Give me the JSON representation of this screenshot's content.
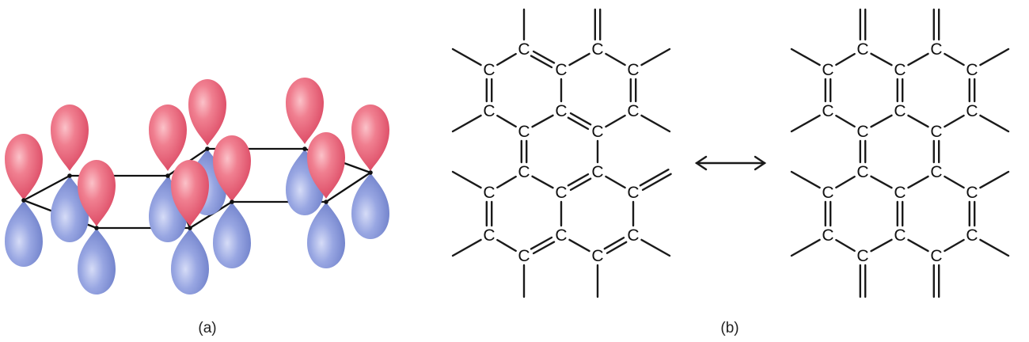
{
  "panel_a": {
    "caption": "(a)",
    "colors": {
      "upper_lobe": "#e8566e",
      "upper_lobe_highlight": "#f7a3ae",
      "lower_lobe": "#7d8fd4",
      "lower_lobe_highlight": "#c5cdf2"
    }
  },
  "panel_b": {
    "caption": "(b)",
    "atom_symbol": "C",
    "resonance_arrow": "double-headed-arrow"
  }
}
